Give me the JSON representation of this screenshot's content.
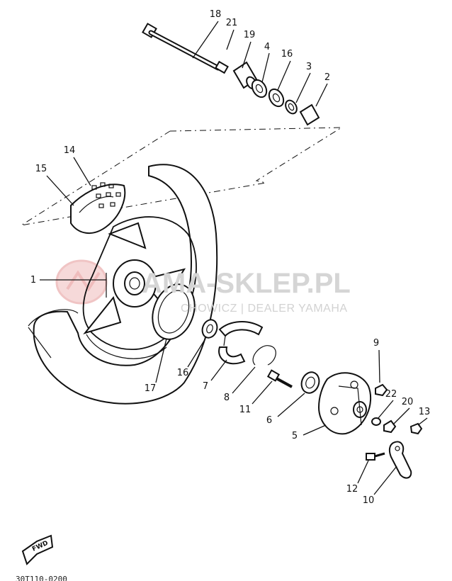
{
  "watermark": {
    "text": "AMA-SKLEP.PL",
    "subtext": "CHOWICZ | DEALER YAMAHA",
    "color": "#d5d5d5",
    "logo_color": "#f2c9c9"
  },
  "direction_marker": "FWD",
  "drawing_code": "30T110-0200",
  "parts": [
    {
      "number": "1"
    },
    {
      "number": "2"
    },
    {
      "number": "3"
    },
    {
      "number": "4"
    },
    {
      "number": "5"
    },
    {
      "number": "6"
    },
    {
      "number": "7"
    },
    {
      "number": "8"
    },
    {
      "number": "9"
    },
    {
      "number": "10"
    },
    {
      "number": "11"
    },
    {
      "number": "12"
    },
    {
      "number": "13"
    },
    {
      "number": "14"
    },
    {
      "number": "15"
    },
    {
      "number": "16"
    },
    {
      "number": "16"
    },
    {
      "number": "17"
    },
    {
      "number": "18"
    },
    {
      "number": "19"
    },
    {
      "number": "20"
    },
    {
      "number": "21"
    },
    {
      "number": "22"
    }
  ]
}
